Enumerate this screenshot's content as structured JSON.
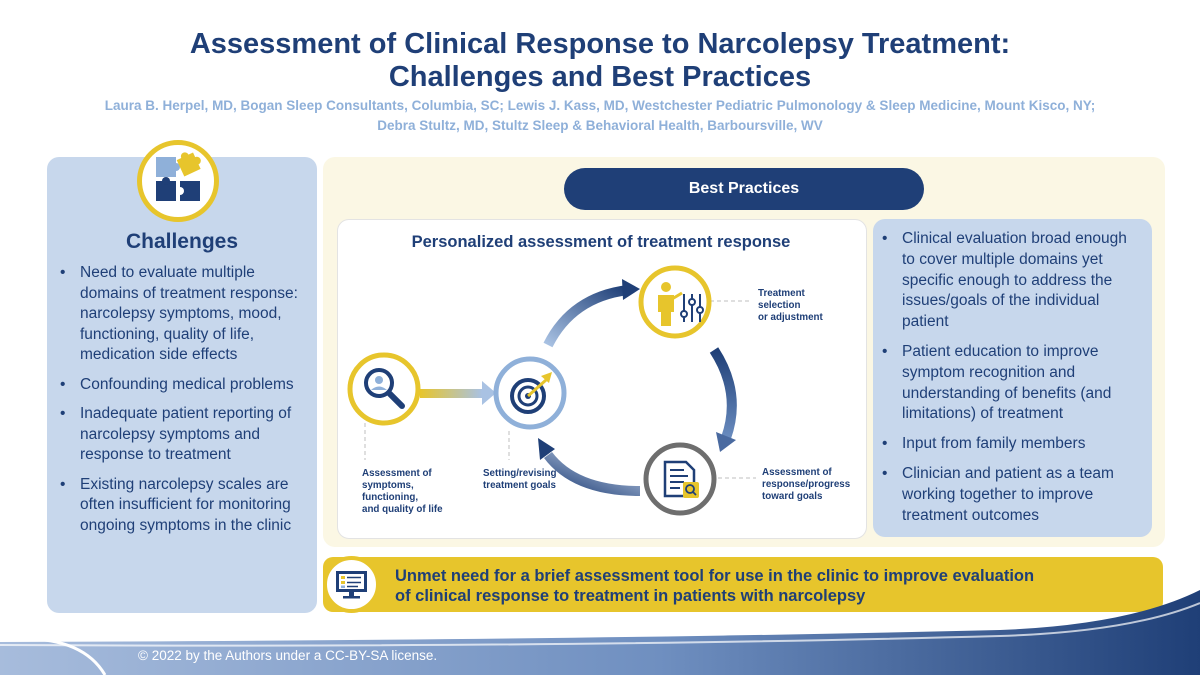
{
  "header": {
    "title_line1": "Assessment of Clinical Response to Narcolepsy Treatment:",
    "title_line2": "Challenges and Best Practices",
    "authors_line1": "Laura B. Herpel, MD, Bogan Sleep Consultants, Columbia, SC; Lewis J. Kass, MD, Westchester Pediatric Pulmonology & Sleep Medicine, Mount Kisco, NY;",
    "authors_line2": "Debra Stultz, MD, Stultz Sleep & Behavioral Health, Barboursville, WV"
  },
  "challenges": {
    "icon": "puzzle-icon",
    "title": "Challenges",
    "items": [
      "Need to evaluate multiple domains of treatment response: narcolepsy symptoms, mood, functioning, quality of life, medication side effects",
      "Confounding medical problems",
      "Inadequate patient reporting of narcolepsy symptoms and response to treatment",
      "Existing narcolepsy scales are often insufficient for monitoring ongoing symptoms in the clinic"
    ]
  },
  "best_practices": {
    "header": "Best Practices",
    "diagram": {
      "title": "Personalized assessment of treatment response",
      "steps": [
        {
          "icon": "magnifier-icon",
          "label_lines": [
            "Assessment of",
            "symptoms,",
            "functioning,",
            "and quality of life"
          ]
        },
        {
          "icon": "target-icon",
          "label_lines": [
            "Setting/revising",
            "treatment goals"
          ]
        },
        {
          "icon": "adjust-sliders-icon",
          "label_lines": [
            "Treatment",
            "selection",
            "or adjustment"
          ]
        },
        {
          "icon": "document-search-icon",
          "label_lines": [
            "Assessment of",
            "response/progress",
            "toward goals"
          ]
        }
      ]
    },
    "items": [
      "Clinical evaluation broad enough to cover multiple domains yet specific enough to address the issues/goals of the individual patient",
      "Patient education to improve symptom recognition and understanding of benefits (and limitations) of treatment",
      "Input from family members",
      "Clinician and patient as a team working together to improve treatment outcomes"
    ]
  },
  "unmet_need": {
    "icon": "monitor-checklist-icon",
    "line1": "Unmet need for a brief assessment tool for use in the clinic to improve evaluation",
    "line2": "of clinical response to treatment in patients with narcolepsy"
  },
  "footer": {
    "text": "© 2022 by the Authors under a CC-BY-SA license."
  },
  "colors": {
    "navy": "#1f3f77",
    "gold": "#e7c52c",
    "light_blue": "#c7d7ec",
    "cream": "#fbf7e4",
    "author_blue": "#8fb0d9"
  }
}
